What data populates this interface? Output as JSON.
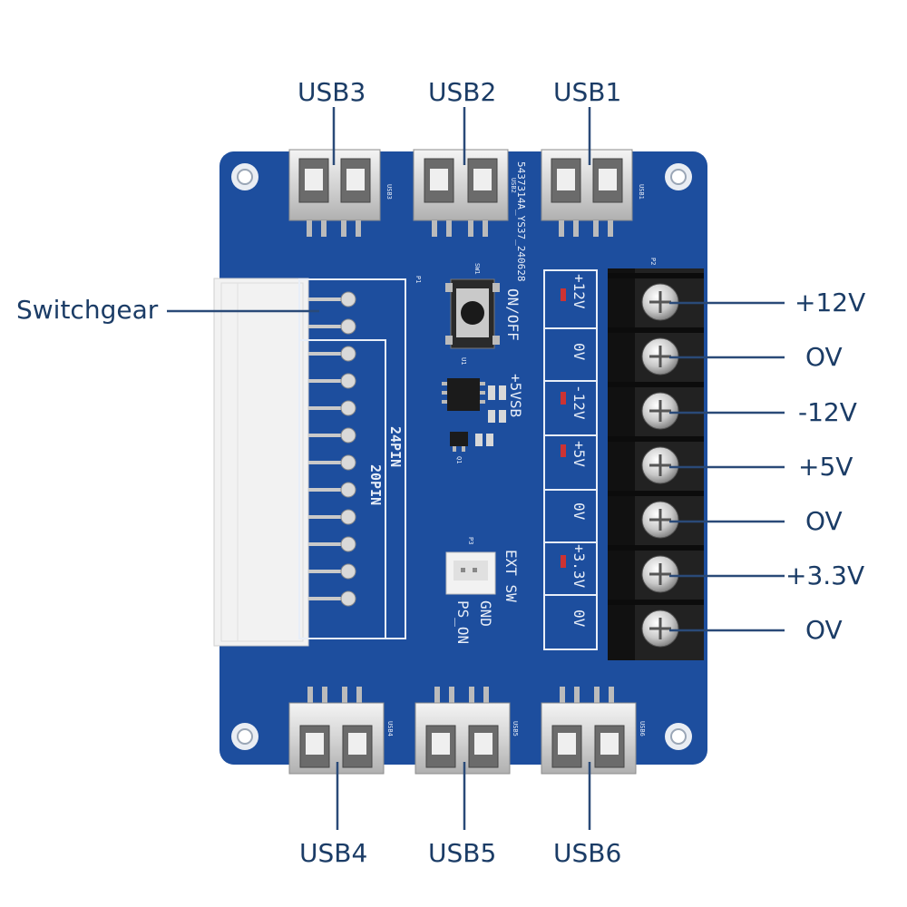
{
  "callouts": {
    "usb1": "USB1",
    "usb2": "USB2",
    "usb3": "USB3",
    "usb4": "USB4",
    "usb5": "USB5",
    "usb6": "USB6",
    "switchgear": "Switchgear",
    "terminals": [
      "+12V",
      "OV",
      "-12V",
      "+5V",
      "OV",
      "+3.3V",
      "OV"
    ]
  },
  "silkscreen": {
    "serial": "5437314A_YS37_240628",
    "on_off": "ON/OFF",
    "sw1": "SW1",
    "p1": "P1",
    "p2": "P2",
    "p3": "P3",
    "u1": "U1",
    "q1": "Q1",
    "usb1": "USB1",
    "usb2": "USB2",
    "usb3": "USB3",
    "usb4": "USB4",
    "usb5": "USB5",
    "usb6": "USB6",
    "pin24": "24PIN",
    "pin20": "20PIN",
    "v5sb": "+5VSB",
    "ext_sw": "EXT SW",
    "gnd": "GND",
    "ps_on": "PS_ON",
    "rails": [
      "+12V",
      "0V",
      "-12V",
      "+5V",
      "0V",
      "+3.3V",
      "0V"
    ]
  },
  "colors": {
    "board": "#1d4e9e",
    "callout_text": "#1b3c66",
    "callout_line": "#2a4a78",
    "silkscreen": "#e8eef8",
    "connector": "#f2f2f2",
    "terminal_block": "#222222"
  }
}
